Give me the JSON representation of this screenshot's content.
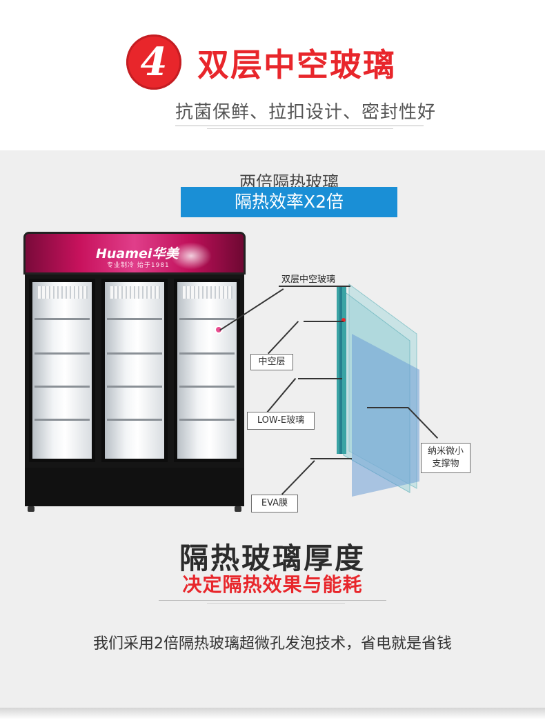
{
  "header": {
    "number": "4",
    "title": "双层中空玻璃",
    "subtitle": "抗菌保鲜、拉扣设计、密封性好"
  },
  "section": {
    "label_two": "两倍隔热玻璃",
    "blue_bar": "隔热效率X2倍"
  },
  "fridge": {
    "brand": "Huamei华美",
    "slogan": "专业制冷 始于1981"
  },
  "callouts": {
    "double_glass": "双层中空玻璃",
    "hollow_layer": "中空层",
    "low_e": "LOW-E玻璃",
    "nano_support": "纳米微小支撑物",
    "eva": "EVA膜"
  },
  "footer": {
    "title": "隔热玻璃厚度",
    "red_subtitle": "决定隔热效果与能耗",
    "description": "我们采用2倍隔热玻璃超微孔发泡技术，省电就是省钱"
  },
  "colors": {
    "accent_red": "#e8262b",
    "blue_bar": "#1a8fd6",
    "panel_bg": "#efefef"
  }
}
